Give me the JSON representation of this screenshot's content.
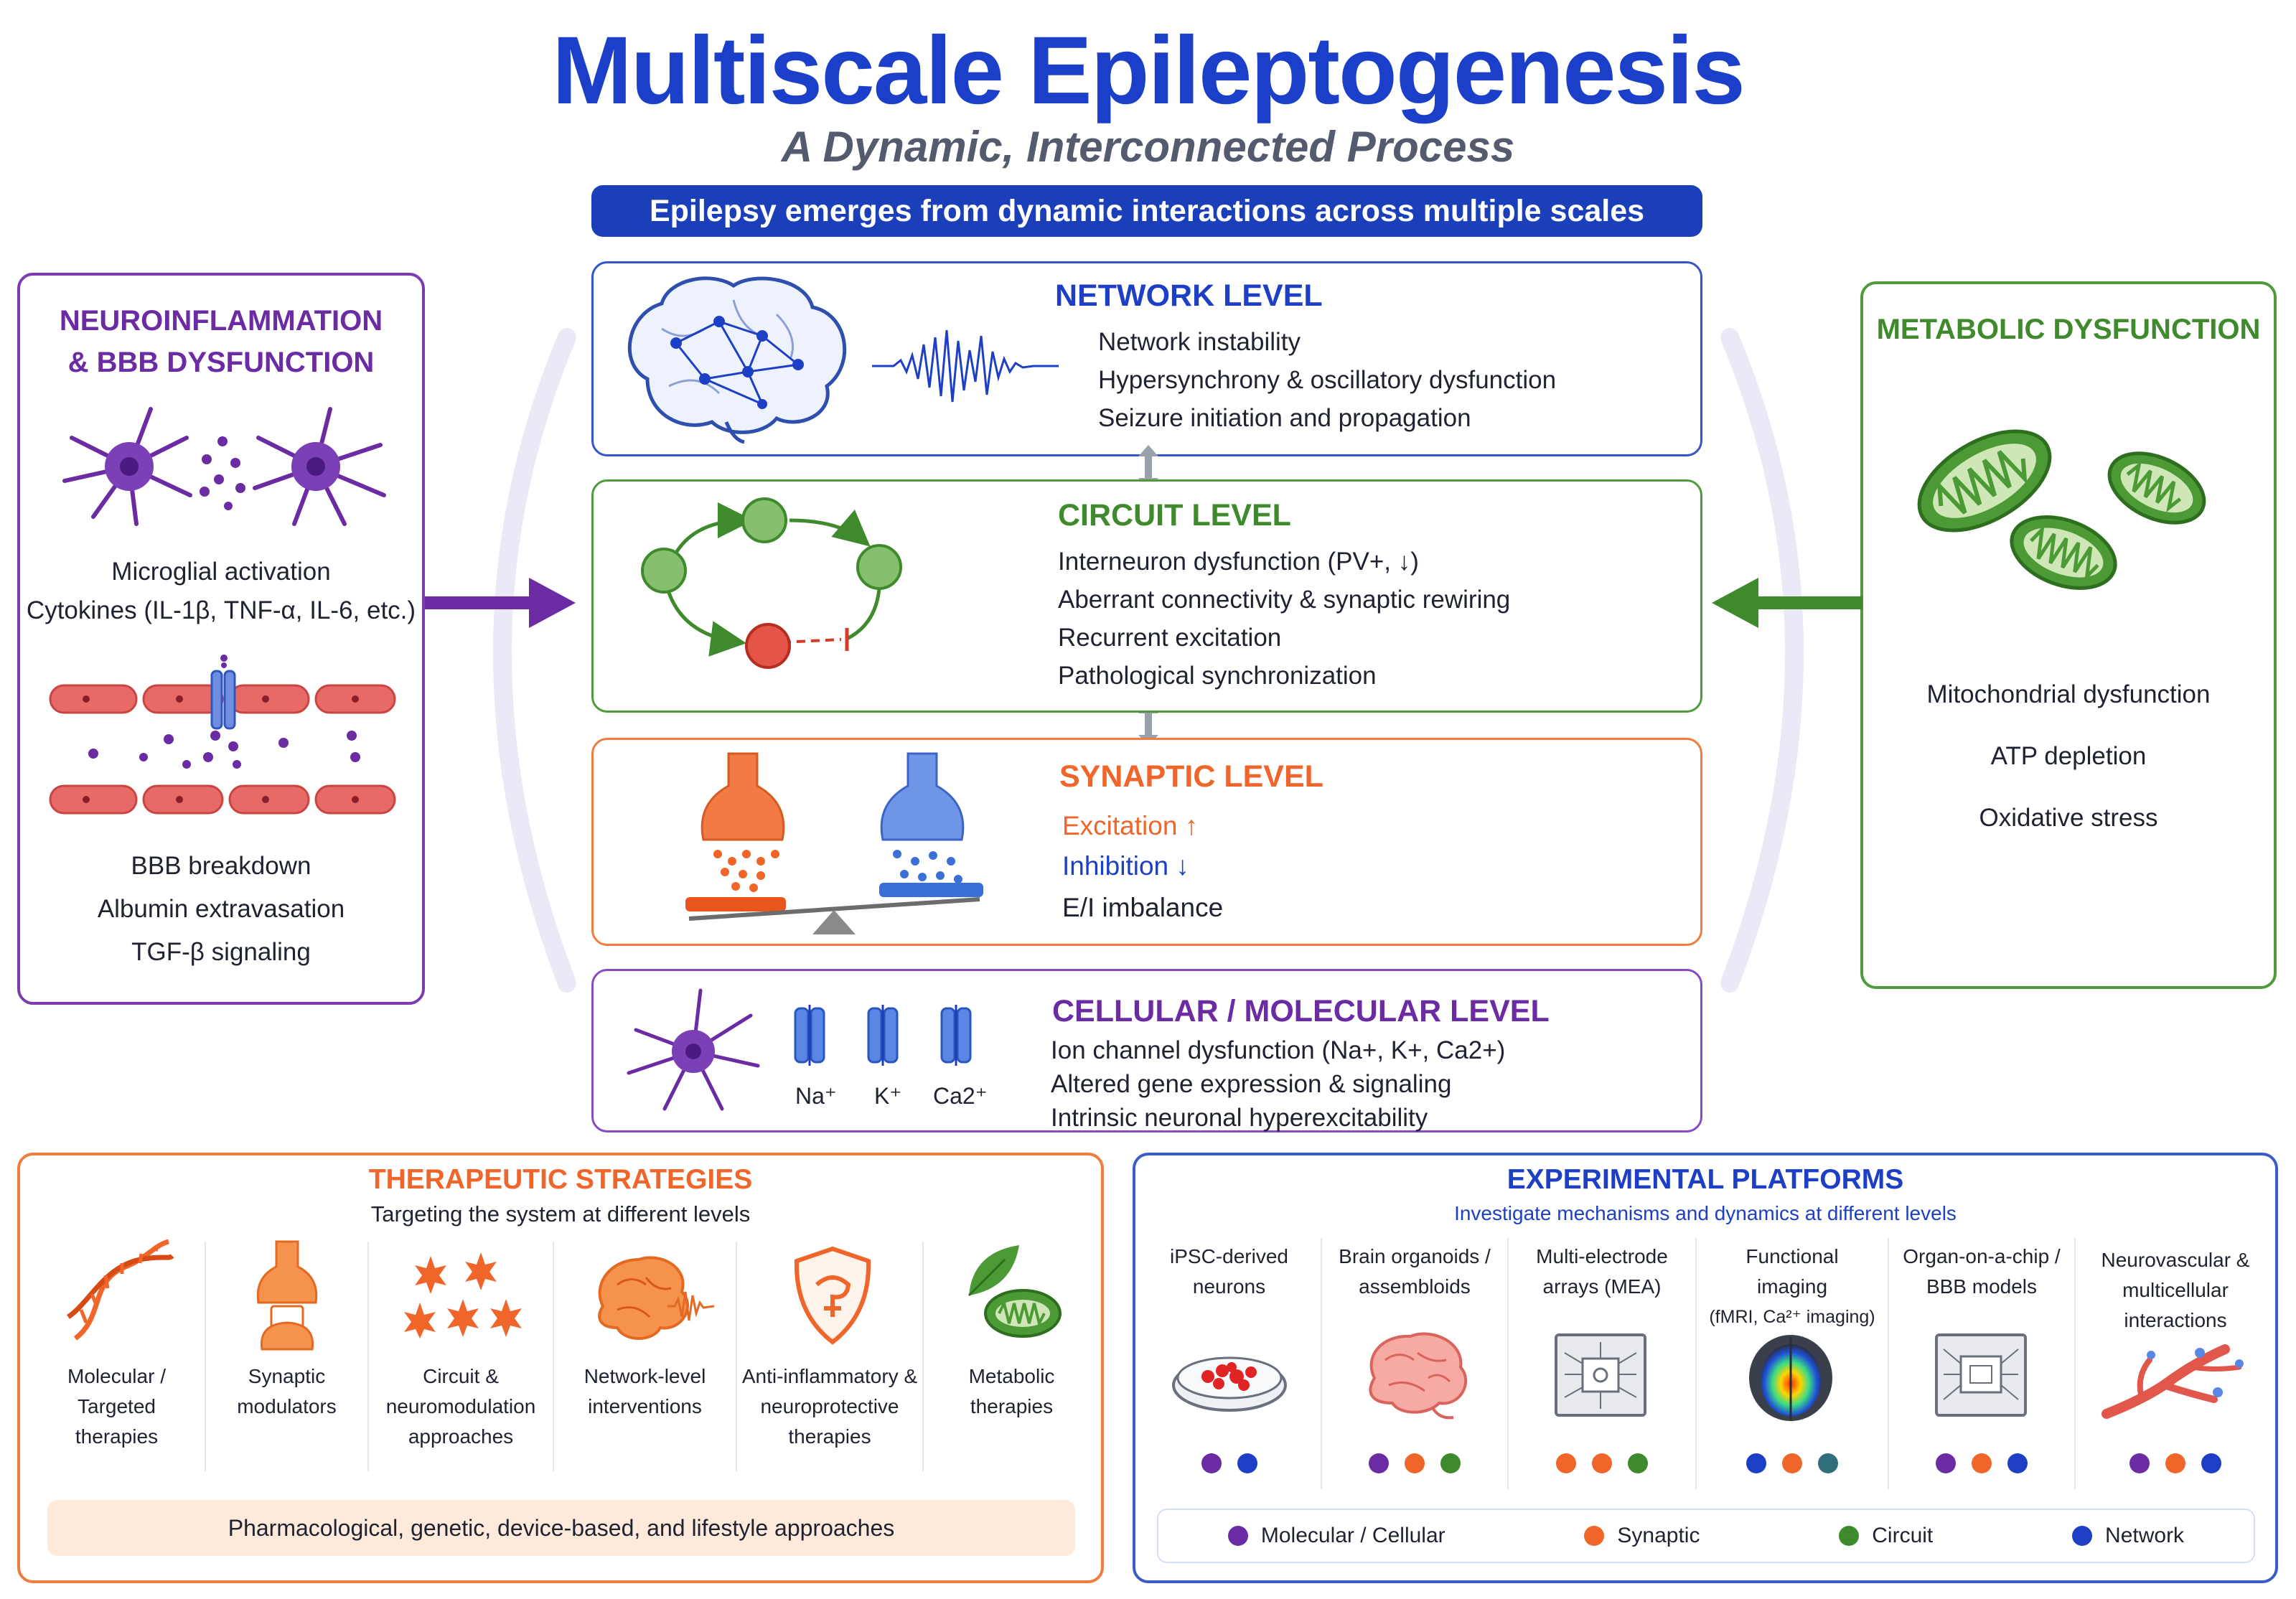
{
  "header": {
    "title": "Multiscale Epileptogenesis",
    "subtitle": "A Dynamic, Interconnected Process",
    "banner": "Epilepsy emerges from dynamic interactions across multiple scales"
  },
  "colors": {
    "network": "#1d3fc6",
    "circuit": "#3e8a2c",
    "synaptic": "#f0652a",
    "cellular": "#6b2ba3",
    "neuroinflammation": "#6b2ba3",
    "metabolic": "#3e8a2c",
    "therapeutic": "#f0652a",
    "experimental": "#1d3fc6"
  },
  "neuroinflammation": {
    "title_line1": "NEUROINFLAMMATION",
    "title_line2": "& BBB DYSFUNCTION",
    "items_top": [
      "Microglial activation",
      "Cytokines (IL-1β, TNF-α, IL-6, etc.)"
    ],
    "items_bottom": [
      "BBB breakdown",
      "Albumin extravasation",
      "TGF-β signaling"
    ]
  },
  "metabolic": {
    "title": "METABOLIC DYSFUNCTION",
    "items": [
      "Mitochondrial dysfunction",
      "ATP depletion",
      "Oxidative stress"
    ]
  },
  "levels": {
    "network": {
      "title": "NETWORK LEVEL",
      "items": [
        "Network instability",
        "Hypersynchrony & oscillatory dysfunction",
        "Seizure initiation and propagation"
      ]
    },
    "circuit": {
      "title": "CIRCUIT LEVEL",
      "items": [
        "Interneuron dysfunction (PV+, ↓)",
        "Aberrant connectivity & synaptic rewiring",
        "Recurrent excitation",
        "Pathological synchronization"
      ]
    },
    "synaptic": {
      "title": "SYNAPTIC LEVEL",
      "excitation": "Excitation ↑",
      "inhibition": "Inhibition ↓",
      "imbalance": "E/I imbalance"
    },
    "cellular": {
      "title": "CELLULAR / MOLECULAR LEVEL",
      "items": [
        "Ion channel dysfunction (Na+, K+, Ca2+)",
        "Altered gene expression & signaling",
        "Intrinsic neuronal hyperexcitability"
      ],
      "channels": [
        "Na⁺",
        "K⁺",
        "Ca2⁺"
      ]
    }
  },
  "therapeutic": {
    "title": "THERAPEUTIC STRATEGIES",
    "subtitle": "Targeting the system at different levels",
    "columns": [
      {
        "label_lines": [
          "Molecular /",
          "Targeted",
          "therapies"
        ],
        "icon": "dna-icon"
      },
      {
        "label_lines": [
          "Synaptic",
          "modulators"
        ],
        "icon": "synapse-icon"
      },
      {
        "label_lines": [
          "Circuit &",
          "neuromodulation",
          "approaches"
        ],
        "icon": "neurons-icon"
      },
      {
        "label_lines": [
          "Network-level",
          "interventions"
        ],
        "icon": "brain-wave-icon"
      },
      {
        "label_lines": [
          "Anti-inflammatory &",
          "neuroprotective",
          "therapies"
        ],
        "icon": "shield-icon"
      },
      {
        "label_lines": [
          "Metabolic",
          "therapies"
        ],
        "icon": "leaf-mitochondria-icon"
      }
    ],
    "footer": "Pharmacological, genetic, device-based, and lifestyle approaches"
  },
  "experimental": {
    "title": "EXPERIMENTAL PLATFORMS",
    "subtitle": "Investigate mechanisms and dynamics at different levels",
    "columns": [
      {
        "label_lines": [
          "iPSC-derived",
          "neurons"
        ],
        "icon": "petri-dish-icon",
        "dots": [
          "molecular",
          "network"
        ]
      },
      {
        "label_lines": [
          "Brain organoids /",
          "assembloids"
        ],
        "icon": "organoid-brain-icon",
        "dots": [
          "molecular",
          "synaptic",
          "circuit"
        ]
      },
      {
        "label_lines": [
          "Multi-electrode",
          "arrays (MEA)"
        ],
        "icon": "mea-chip-icon",
        "dots": [
          "synaptic",
          "synaptic",
          "circuit"
        ]
      },
      {
        "label_lines": [
          "Functional",
          "imaging",
          "(fMRI, Ca²⁺ imaging)"
        ],
        "icon": "imaging-icon",
        "dots": [
          "network",
          "synaptic",
          "teal"
        ]
      },
      {
        "label_lines": [
          "Organ-on-a-chip /",
          "BBB models"
        ],
        "icon": "organ-chip-icon",
        "dots": [
          "molecular",
          "synaptic",
          "network"
        ]
      },
      {
        "label_lines": [
          "Neurovascular &",
          "multicellular",
          "interactions"
        ],
        "icon": "vessel-icon",
        "dots": [
          "molecular",
          "synaptic",
          "network"
        ]
      }
    ],
    "legend": [
      {
        "label": "Molecular / Cellular",
        "color": "#6b2ba3"
      },
      {
        "label": "Synaptic",
        "color": "#f0652a"
      },
      {
        "label": "Circuit",
        "color": "#3e8a2c"
      },
      {
        "label": "Network",
        "color": "#1d3fc6"
      }
    ]
  }
}
